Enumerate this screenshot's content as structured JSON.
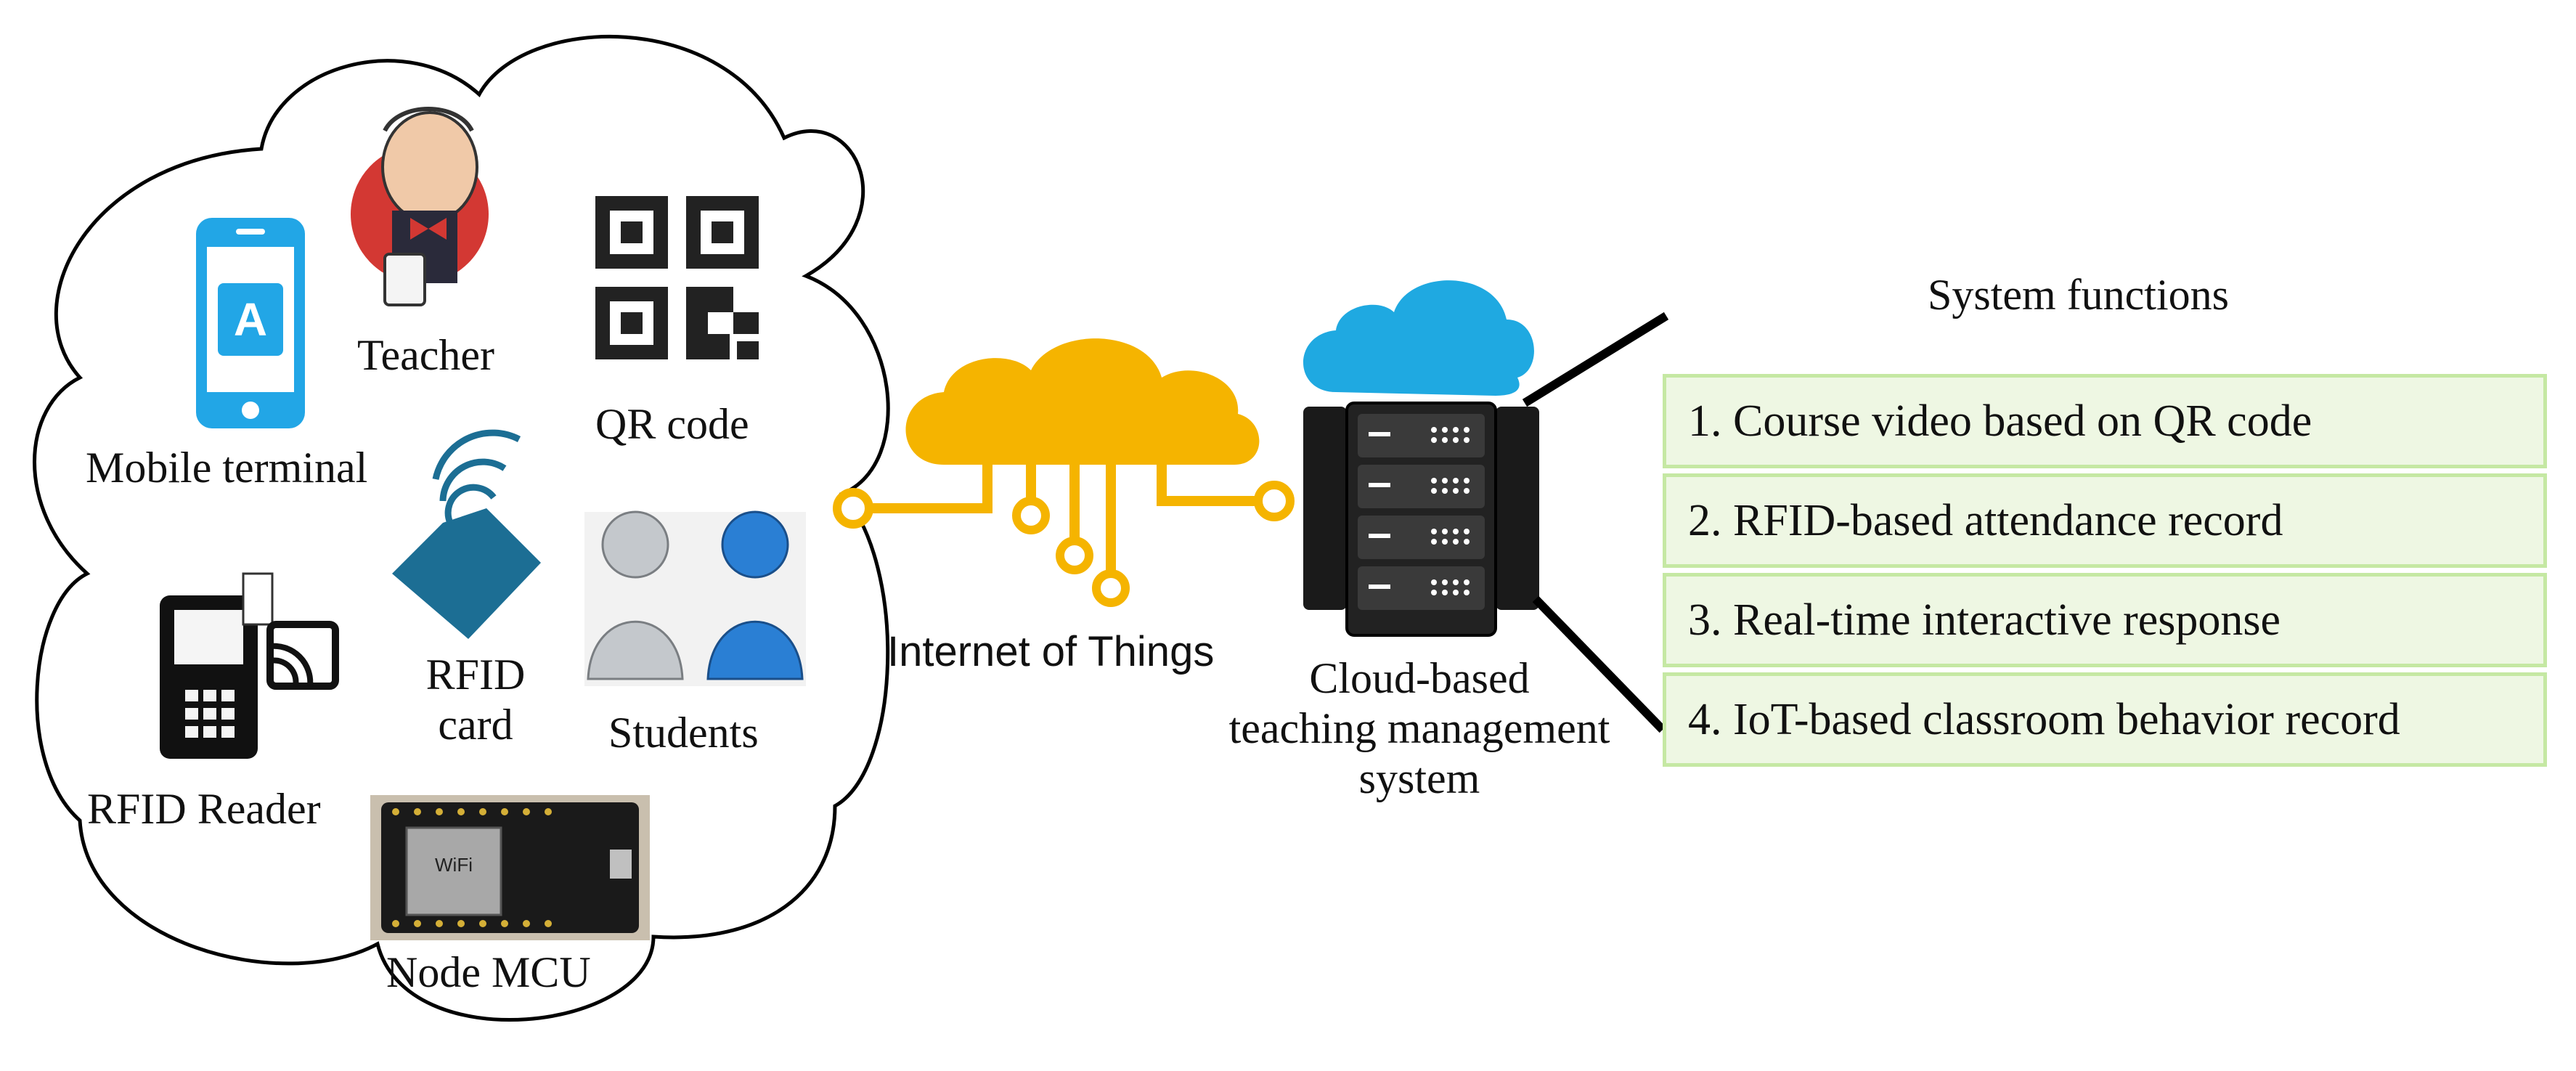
{
  "devices": {
    "mobile_terminal": "Mobile terminal",
    "teacher": "Teacher",
    "qr_code": "QR code",
    "rfid_card_line1": "RFID",
    "rfid_card_line2": "card",
    "students": "Students",
    "rfid_reader": "RFID Reader",
    "node_mcu": "Node MCU"
  },
  "network": {
    "label": "Internet of Things"
  },
  "cloud_system": {
    "line1": "Cloud-based",
    "line2": "teaching management",
    "line3": "system"
  },
  "system_functions": {
    "title": "System functions",
    "items": [
      "1. Course video based on QR code",
      "2. RFID-based attendance record",
      "3. Real-time interactive response",
      "4. IoT-based classroom behavior record"
    ]
  },
  "colors": {
    "iot_cloud": "#f5b400",
    "server_cloud": "#1fa9e1",
    "function_box_fill": "#eef7e3",
    "function_box_border": "#c5e8a3",
    "phone_blue": "#22a6e6",
    "rfid_card_teal": "#1c6e94"
  },
  "icons": [
    "phone-icon",
    "teacher-avatar-icon",
    "qr-code-icon",
    "rfid-card-icon",
    "students-icon",
    "rfid-reader-icon",
    "nodemcu-board-icon",
    "iot-cloud-icon",
    "server-rack-icon",
    "server-cloud-icon"
  ]
}
